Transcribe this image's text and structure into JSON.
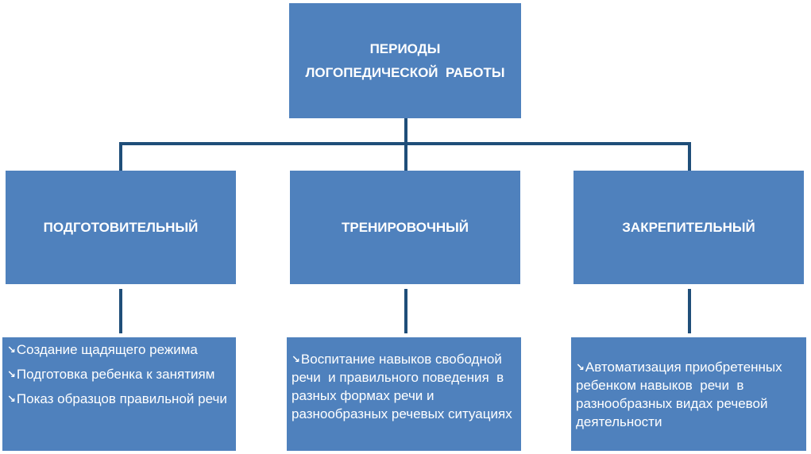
{
  "title": {
    "line1": "ПЕРИОДЫ",
    "line2": "ЛОГОПЕДИЧЕСКОЙ  РАБОТЫ"
  },
  "periods": [
    {
      "label": "ПОДГОТОВИТЕЛЬНЫЙ",
      "details": [
        "Создание щадящего режима",
        "Подготовка ребенка к занятиям",
        "Показ образцов правильной речи"
      ]
    },
    {
      "label": "ТРЕНИРОВОЧНЫЙ",
      "details": [
        "Воспитание навыков свободной речи  и правильного поведения  в разных формах речи и разнообразных речевых ситуациях"
      ]
    },
    {
      "label": "ЗАКРЕПИТЕЛЬНЫЙ",
      "details": [
        "Автоматизация приобретенных ребенком навыков  речи  в разнообразных видах речевой деятельности"
      ]
    }
  ],
  "colors": {
    "box_fill": "#4f81bd",
    "connector": "#1f4e79",
    "text": "#ffffff"
  },
  "icons": {
    "bullet": "arrow-down-right-icon"
  }
}
